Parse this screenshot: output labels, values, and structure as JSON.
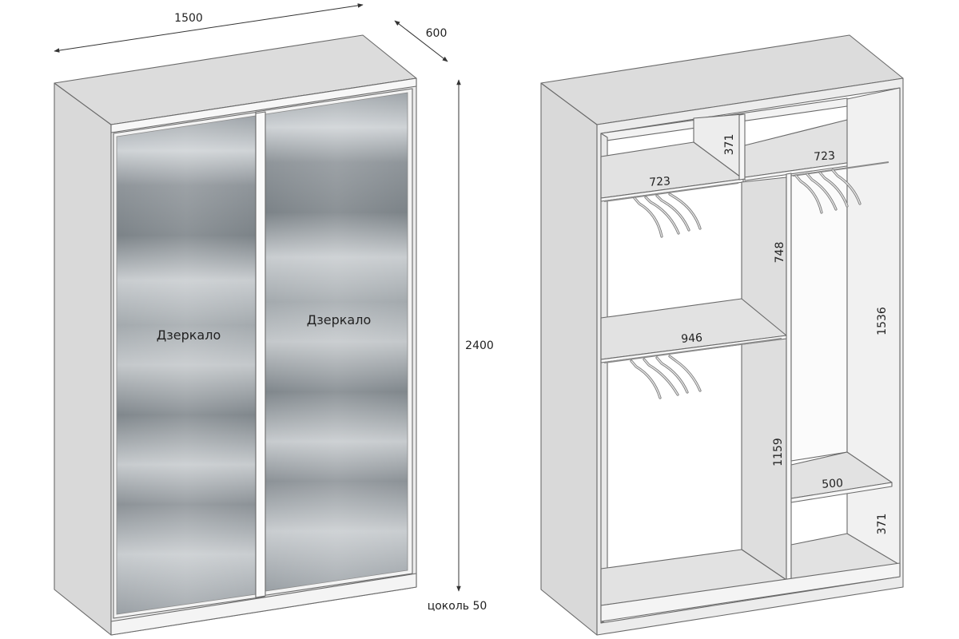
{
  "closed_wardrobe": {
    "width_label": "1500",
    "depth_label": "600",
    "height_label": "2400",
    "plinth_label": "цоколь 50",
    "left_door_label": "Дзеркало",
    "right_door_label": "Дзеркало"
  },
  "open_wardrobe": {
    "left_top_shelf_width": "723",
    "right_top_shelf_width": "723",
    "top_compartment_height": "371",
    "middle_upper_height": "748",
    "middle_shelf_width": "946",
    "lower_left_height": "1159",
    "right_section_height": "1536",
    "bottom_right_shelf_width": "500",
    "bottom_right_height": "371"
  },
  "colors": {
    "panel_side": "#d9d9d9",
    "panel_front": "#ececec",
    "mirror_light": "#b9bfc4",
    "mirror_dark": "#868d93",
    "edge": "#6a6a6a"
  }
}
